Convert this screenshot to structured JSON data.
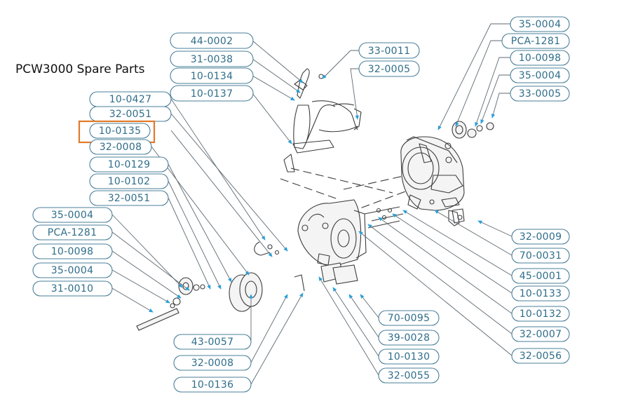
{
  "title": "PCW3000 Spare Parts",
  "labels": {
    "p44_0002": "44-0002",
    "p31_0038": "31-0038",
    "p10_0134": "10-0134",
    "p10_0137": "10-0137",
    "p33_0011": "33-0011",
    "p32_0005": "32-0005",
    "p10_0427": "10-0427",
    "p32_0051_a": "32-0051",
    "p10_0135": "10-0135",
    "p32_0008_a": "32-0008",
    "p10_0129": "10-0129",
    "p10_0102": "10-0102",
    "p32_0051_b": "32-0051",
    "p35_0004_a": "35-0004",
    "pPCA_1281_a": "PCA-1281",
    "p10_0098_a": "10-0098",
    "p35_0004_b": "35-0004",
    "p31_0010": "31-0010",
    "p35_0004_c": "35-0004",
    "pPCA_1281_b": "PCA-1281",
    "p10_0098_b": "10-0098",
    "p35_0004_d": "35-0004",
    "p33_0005": "33-0005",
    "p32_0009": "32-0009",
    "p70_0031": "70-0031",
    "p45_0001": "45-0001",
    "p10_0133": "10-0133",
    "p10_0132": "10-0132",
    "p32_0007": "32-0007",
    "p32_0056": "32-0056",
    "p70_0095": "70-0095",
    "p39_0028": "39-0028",
    "p10_0130": "10-0130",
    "p32_0055": "32-0055",
    "p43_0057": "43-0057",
    "p32_0008_b": "32-0008",
    "p10_0136": "10-0136"
  },
  "highlighted_part": "10-0135",
  "colors": {
    "label_text": "#2f6d8a",
    "label_border": "#4a7f9a",
    "arrow": "#2a9fd8",
    "highlight": "#e07a2a"
  }
}
